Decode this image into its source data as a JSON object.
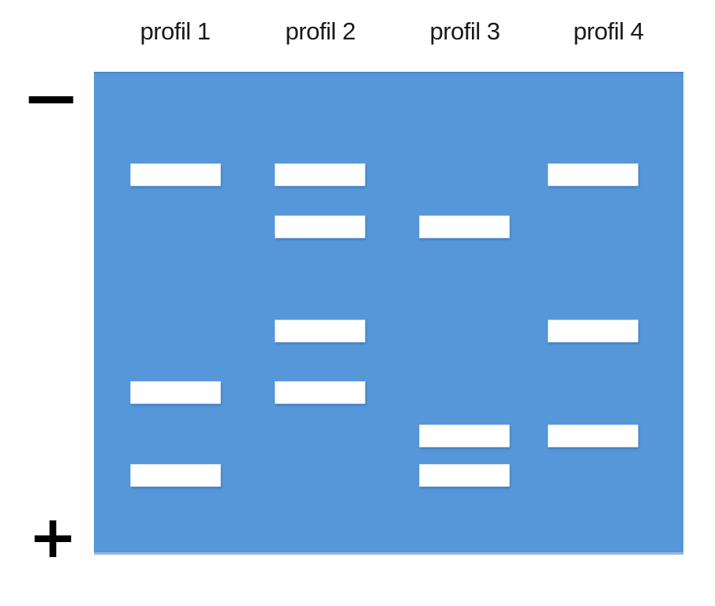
{
  "lanes": [
    {
      "label": "profil 1"
    },
    {
      "label": "profil 2"
    },
    {
      "label": "profil 3"
    },
    {
      "label": "profil 4"
    }
  ],
  "poles": {
    "negative": "−",
    "positive": "+"
  },
  "colors": {
    "gel": "#5597d9",
    "band": "#ffffff"
  },
  "bands": [
    {
      "lane": 1,
      "level": 1
    },
    {
      "lane": 1,
      "level": 5
    },
    {
      "lane": 1,
      "level": 7
    },
    {
      "lane": 2,
      "level": 1
    },
    {
      "lane": 2,
      "level": 2
    },
    {
      "lane": 2,
      "level": 3
    },
    {
      "lane": 2,
      "level": 5
    },
    {
      "lane": 3,
      "level": 2
    },
    {
      "lane": 3,
      "level": 6
    },
    {
      "lane": 3,
      "level": 7
    },
    {
      "lane": 4,
      "level": 1
    },
    {
      "lane": 4,
      "level": 3
    },
    {
      "lane": 4,
      "level": 6
    }
  ]
}
